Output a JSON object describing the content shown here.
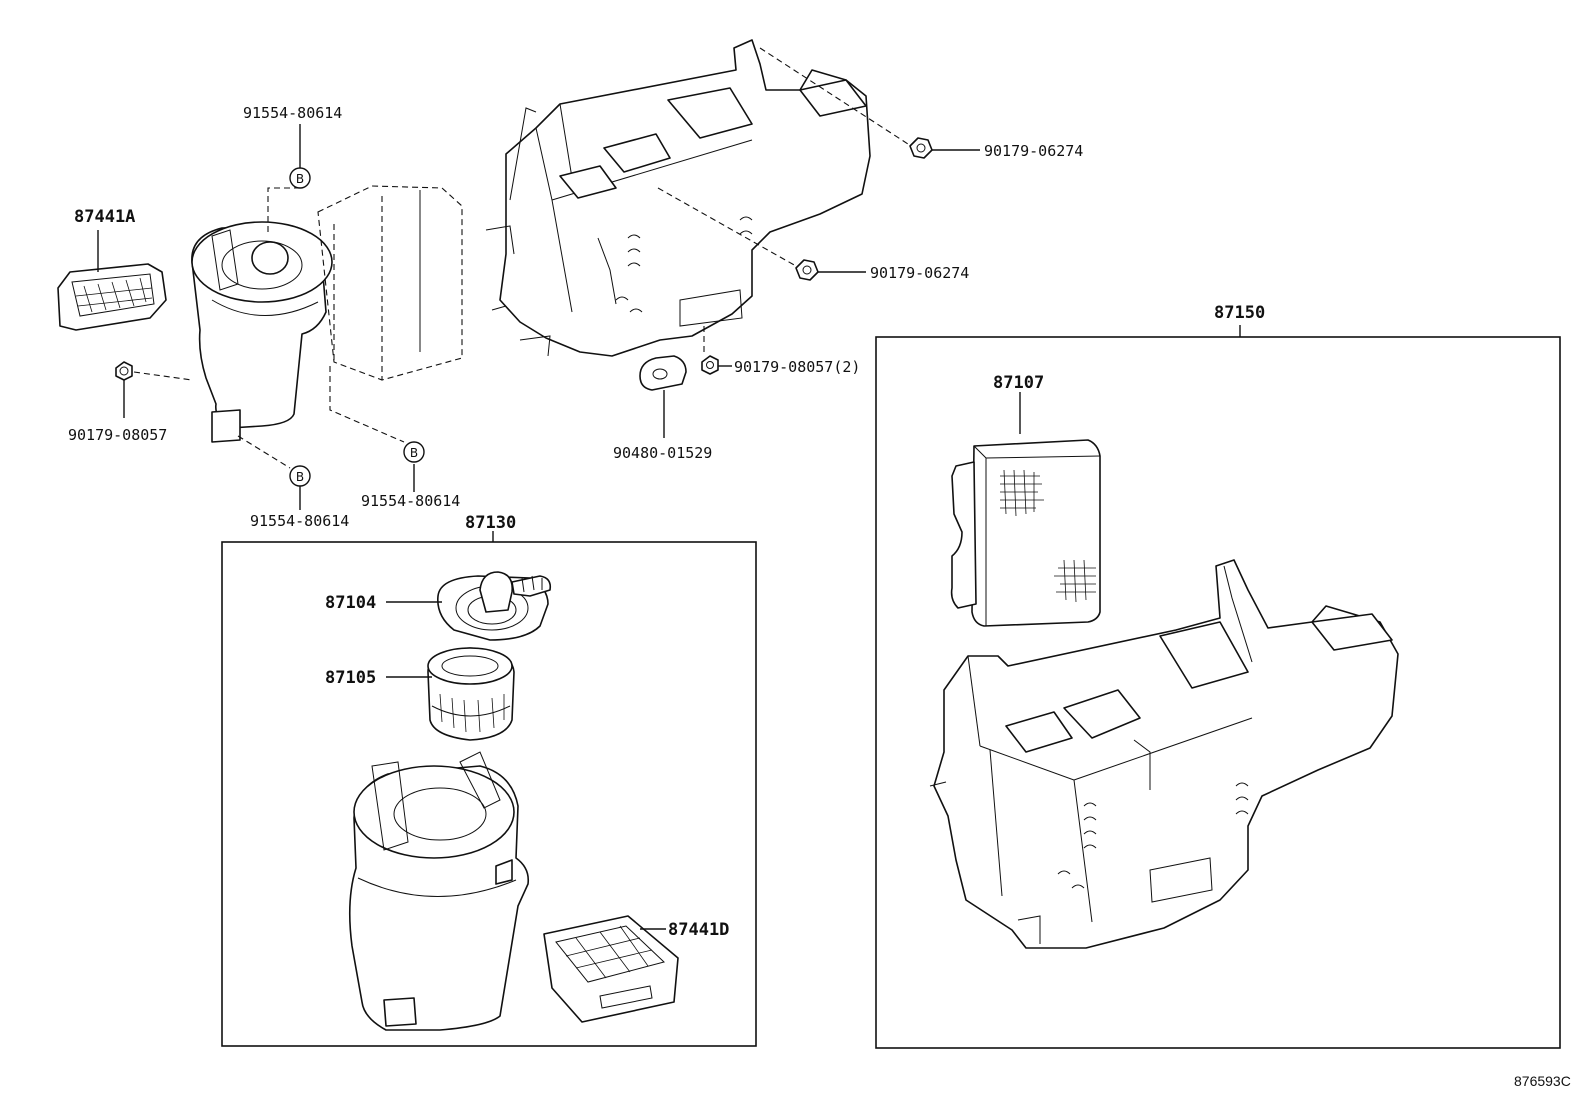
{
  "labels": {
    "p87441A": "87441A",
    "p91554_top": "91554-80614",
    "p90179_06274_a": "90179-06274",
    "p90179_06274_b": "90179-06274",
    "p87150": "87150",
    "p90179_08057_2": "90179-08057(2)",
    "p90179_08057": "90179-08057",
    "p87107": "87107",
    "p90480": "90480-01529",
    "p91554_mid": "91554-80614",
    "p91554_low": "91554-80614",
    "p87130": "87130",
    "p87104": "87104",
    "p87105": "87105",
    "p87441D": "87441D",
    "ref_code": "876593C"
  },
  "markers": {
    "b": "B"
  }
}
